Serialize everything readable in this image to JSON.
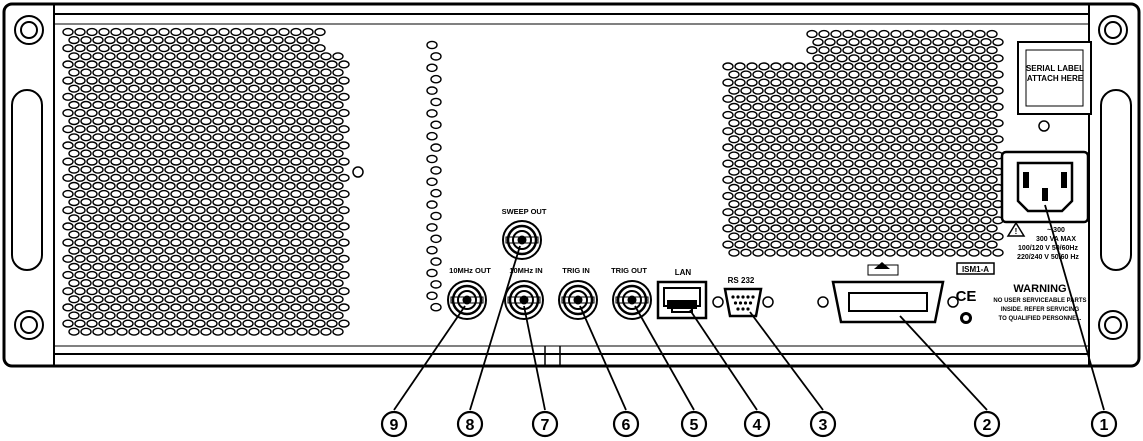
{
  "labels": {
    "serial": [
      "SERIAL LABEL",
      "ATTACH HERE"
    ],
    "sweep_out": "SWEEP OUT",
    "ten_mhz_out": "10MHz OUT",
    "ten_mhz_in": "10MHz IN",
    "trig_in": "TRIG IN",
    "trig_out": "TRIG OUT",
    "lan": "LAN",
    "rs232": "RS 232",
    "ism": "ISM1-A",
    "warning_title": "WARNING",
    "power_text": [
      "~ 300",
      "300 VA MAX",
      "100/120 V 50/60Hz",
      "220/240 V 50/60 Hz"
    ],
    "warning_text": [
      "NO USER SERVICEABLE PARTS",
      "INSIDE. REFER SERVICING",
      "TO QUALIFIED PERSONNEL."
    ],
    "ce": "CE"
  },
  "callouts": [
    "1",
    "2",
    "3",
    "4",
    "5",
    "6",
    "7",
    "8",
    "9"
  ],
  "colors": {
    "ink": "#000000",
    "paper": "#ffffff"
  }
}
